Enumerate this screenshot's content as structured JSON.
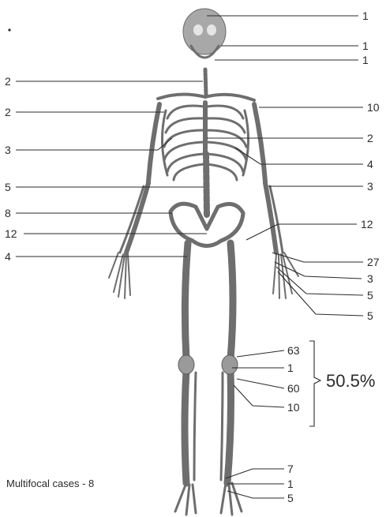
{
  "figure": {
    "left_labels": [
      "2",
      "2",
      "3",
      "5",
      "8",
      "12",
      "4"
    ],
    "right_labels": [
      "1",
      "1",
      "1",
      "10",
      "2",
      "4",
      "3",
      "12",
      "27",
      "3",
      "5",
      "5"
    ],
    "knee_labels": [
      "63",
      "1",
      "60",
      "10"
    ],
    "knee_percent": "50.5%",
    "foot_labels": [
      "7",
      "1",
      "5"
    ],
    "caption": "Multifocal cases - 8",
    "colors": {
      "ink": "#2a2a2a",
      "bone": "#6e6e6e"
    }
  }
}
